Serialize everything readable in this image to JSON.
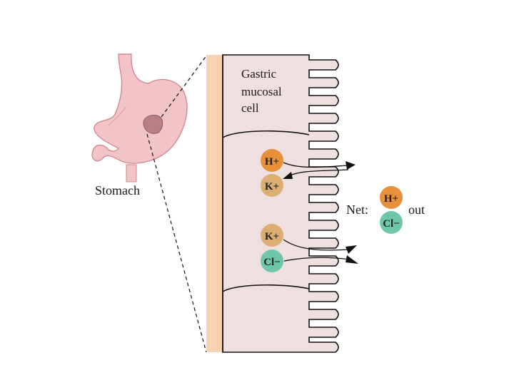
{
  "labels": {
    "cell": [
      "Gastric",
      "mucosal",
      "cell"
    ],
    "stomach": "Stomach",
    "net": "Net:",
    "out": "out"
  },
  "ions": {
    "h": "H+",
    "k": "K+",
    "cl": "Cl−"
  },
  "colors": {
    "background": "#ffffff",
    "stomach": "#f2c4c8",
    "stomach_outline": "#cf8a93",
    "stomach_spot": "#b97f86",
    "cell_fill": "#efe0e0",
    "submucosa": "#f7d2b1",
    "outline": "#111111",
    "h_ion": "#e8913a",
    "k_ion": "#dcae73",
    "cl_ion": "#6fc7ab"
  }
}
